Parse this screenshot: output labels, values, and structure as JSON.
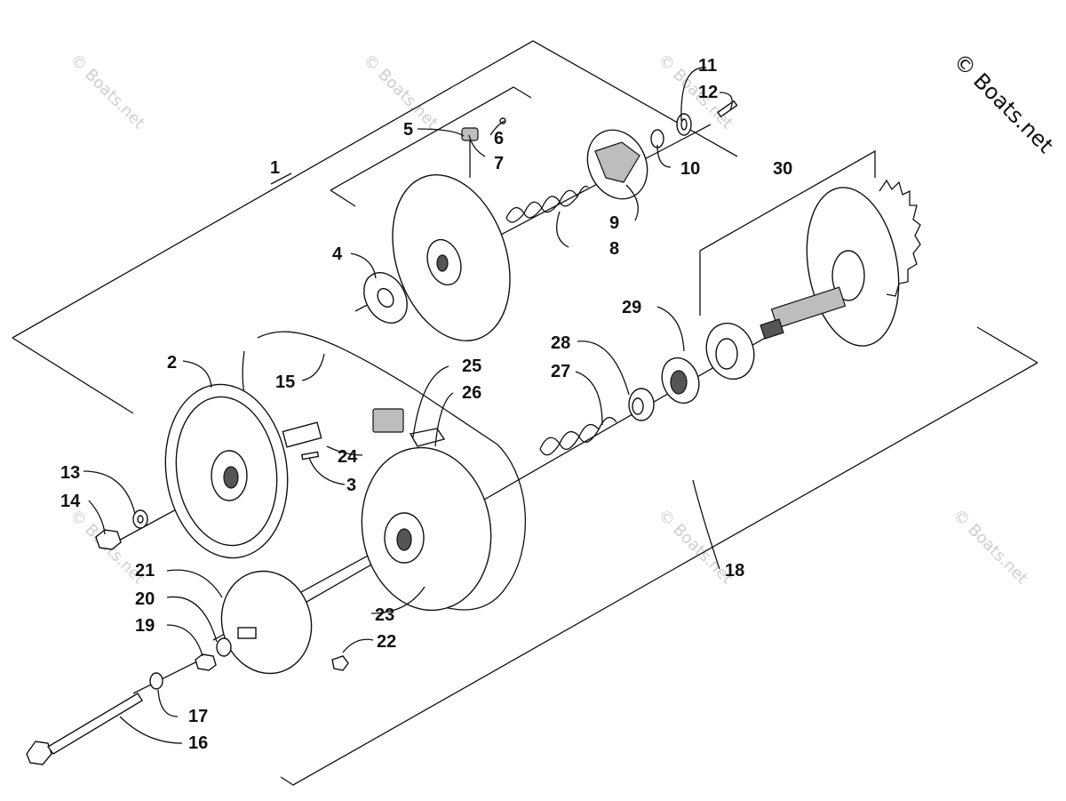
{
  "copyright": "© Boats.net",
  "watermark_text": "© Boats.net",
  "callouts": [
    {
      "id": "1",
      "label": "1"
    },
    {
      "id": "2",
      "label": "2"
    },
    {
      "id": "3",
      "label": "3"
    },
    {
      "id": "4",
      "label": "4"
    },
    {
      "id": "5",
      "label": "5"
    },
    {
      "id": "6",
      "label": "6"
    },
    {
      "id": "7",
      "label": "7"
    },
    {
      "id": "8",
      "label": "8"
    },
    {
      "id": "9",
      "label": "9"
    },
    {
      "id": "10",
      "label": "10"
    },
    {
      "id": "11",
      "label": "11"
    },
    {
      "id": "12",
      "label": "12"
    },
    {
      "id": "13",
      "label": "13"
    },
    {
      "id": "14",
      "label": "14"
    },
    {
      "id": "15",
      "label": "15"
    },
    {
      "id": "16",
      "label": "16"
    },
    {
      "id": "17",
      "label": "17"
    },
    {
      "id": "18",
      "label": "18"
    },
    {
      "id": "19",
      "label": "19"
    },
    {
      "id": "20",
      "label": "20"
    },
    {
      "id": "21",
      "label": "21"
    },
    {
      "id": "22",
      "label": "22"
    },
    {
      "id": "23",
      "label": "23"
    },
    {
      "id": "24",
      "label": "24"
    },
    {
      "id": "25",
      "label": "25"
    },
    {
      "id": "26",
      "label": "26"
    },
    {
      "id": "27",
      "label": "27"
    },
    {
      "id": "28",
      "label": "28"
    },
    {
      "id": "29",
      "label": "29"
    },
    {
      "id": "30",
      "label": "30"
    }
  ]
}
